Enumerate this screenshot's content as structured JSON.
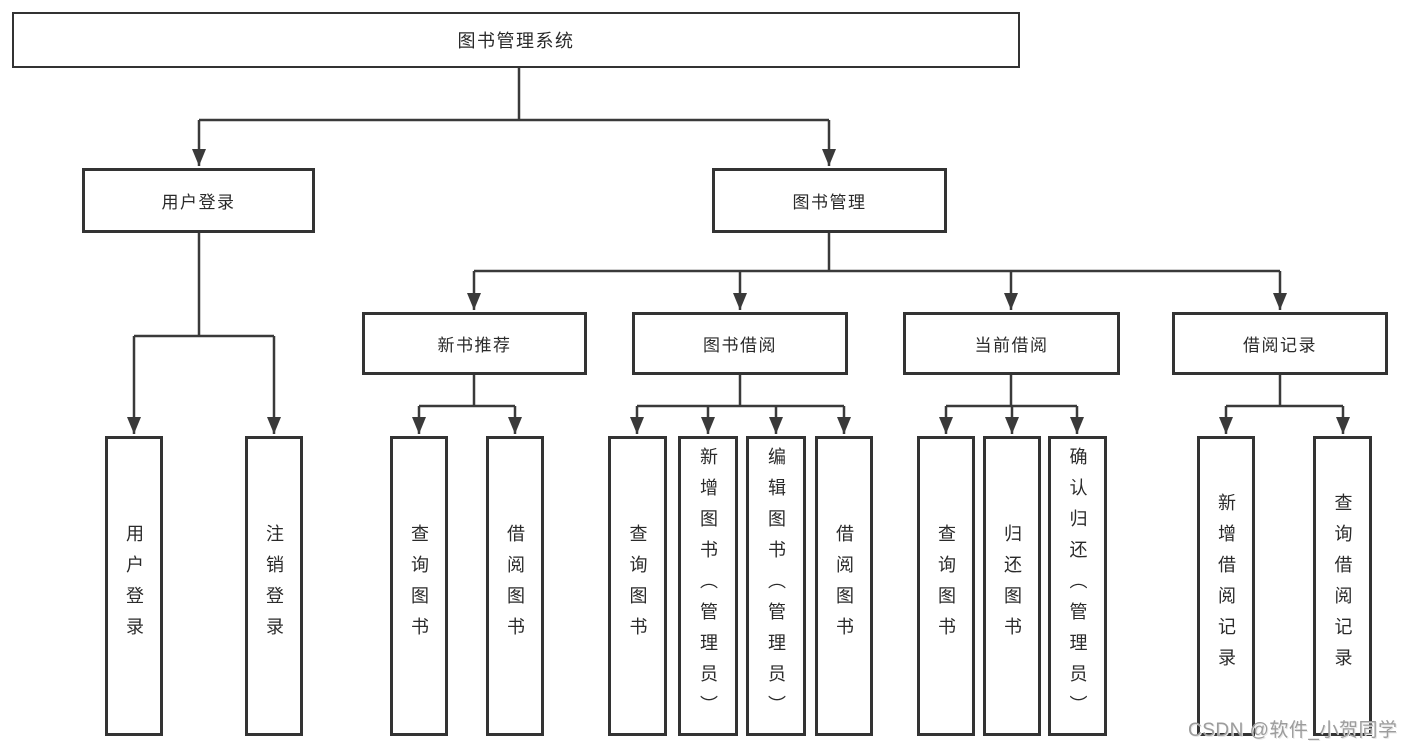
{
  "colors": {
    "background": "#ffffff",
    "line": "#3a3a3a",
    "box_border": "#333333",
    "text": "#2a2a2a",
    "watermark": "#9c9c9c"
  },
  "root": {
    "label": "图书管理系统"
  },
  "level2": [
    {
      "label": "用户登录",
      "children": [
        {
          "label": "用户登录"
        },
        {
          "label": "注销登录"
        }
      ]
    },
    {
      "label": "图书管理",
      "children": [
        {
          "label": "新书推荐",
          "children": [
            {
              "label": "查询图书"
            },
            {
              "label": "借阅图书"
            }
          ]
        },
        {
          "label": "图书借阅",
          "children": [
            {
              "label": "查询图书"
            },
            {
              "label": "新增图书（管理员）"
            },
            {
              "label": "编辑图书（管理员）"
            },
            {
              "label": "借阅图书"
            }
          ]
        },
        {
          "label": "当前借阅",
          "children": [
            {
              "label": "查询图书"
            },
            {
              "label": "归还图书"
            },
            {
              "label": "确认归还（管理员）"
            }
          ]
        },
        {
          "label": "借阅记录",
          "children": [
            {
              "label": "新增借阅记录"
            },
            {
              "label": "查询借阅记录"
            }
          ]
        }
      ]
    }
  ],
  "watermark": {
    "text": "CSDN @软件_小贺同学"
  }
}
